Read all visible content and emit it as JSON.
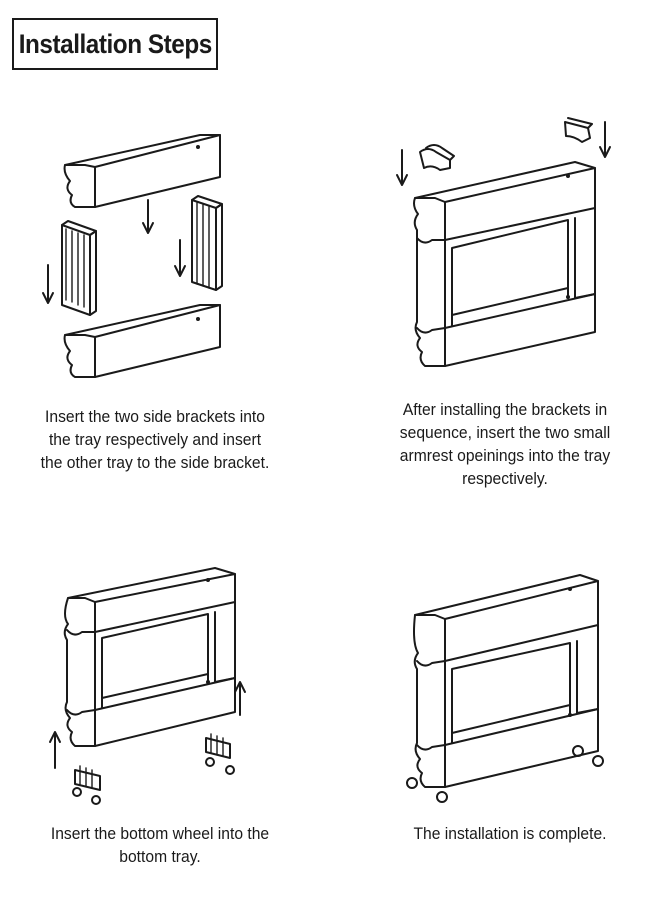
{
  "title": "Installation Steps",
  "steps": [
    {
      "lines": [
        "Insert the two side brackets into",
        "the tray respectively and insert",
        "the other tray to the side bracket."
      ]
    },
    {
      "lines": [
        "After installing the brackets in",
        "sequence, insert the two small",
        "armrest opeinings into the tray",
        "respectively."
      ]
    },
    {
      "lines": [
        "Insert the bottom wheel into the",
        "bottom tray."
      ]
    },
    {
      "lines": [
        "The installation is complete."
      ]
    }
  ]
}
